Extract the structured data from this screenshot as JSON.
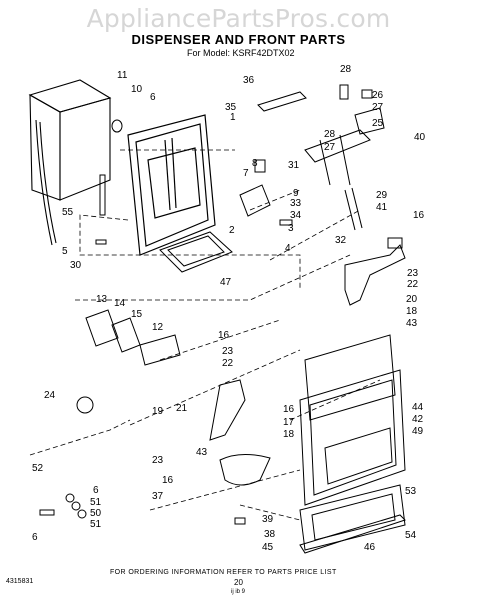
{
  "watermark": "AppliancePartsPros.com",
  "title": "DISPENSER AND FRONT PARTS",
  "model_line": "For Model: KSRF42DTX02",
  "footer_note": "FOR ORDERING INFORMATION REFER TO PARTS PRICE LIST",
  "doc_number": "4315831",
  "page_number": "20",
  "date_code": "ij  ib  9",
  "callouts": [
    "11",
    "10",
    "6",
    "35",
    "1",
    "36",
    "28",
    "26",
    "27",
    "28",
    "27",
    "25",
    "40",
    "8",
    "7",
    "31",
    "9",
    "33",
    "34",
    "3",
    "2",
    "4",
    "29",
    "41",
    "32",
    "16",
    "55",
    "5",
    "30",
    "47",
    "23",
    "22",
    "20",
    "18",
    "43",
    "13",
    "14",
    "15",
    "12",
    "16",
    "23",
    "22",
    "24",
    "19",
    "21",
    "16",
    "17",
    "18",
    "44",
    "42",
    "49",
    "23",
    "43",
    "16",
    "37",
    "39",
    "38",
    "45",
    "46",
    "53",
    "54",
    "52",
    "6",
    "51",
    "50",
    "51",
    "6"
  ]
}
